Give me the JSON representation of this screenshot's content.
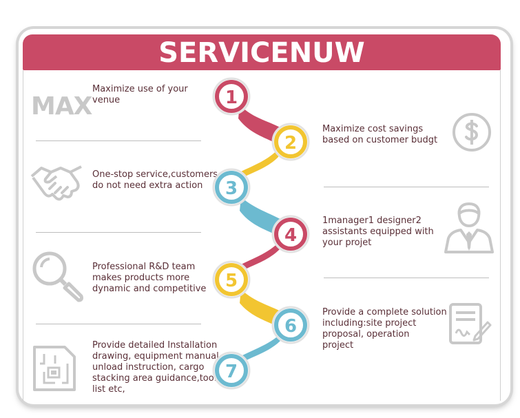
{
  "title": "SERVICENUW",
  "steps": [
    {
      "num": "1",
      "text": [
        "Maximize use of your",
        "venue"
      ]
    },
    {
      "num": "2",
      "text": [
        "Maximize cost savings",
        "based on customer budgt"
      ]
    },
    {
      "num": "3",
      "text": [
        "One-stop service,customers",
        "do not need extra action"
      ]
    },
    {
      "num": "4",
      "text": [
        "1manager1 designer2",
        "assistants equipped with",
        "your projet"
      ]
    },
    {
      "num": "5",
      "text": [
        "Professional R&D team",
        "makes products more",
        "dynamic and competitive"
      ]
    },
    {
      "num": "6",
      "text": [
        "Provide a complete solution",
        "including:site project",
        "proposal, operation",
        "project"
      ]
    },
    {
      "num": "7",
      "text": [
        "Provide detailed Installation",
        "drawing, equipment manual,",
        "unload instruction, cargo",
        "stacking area guidance,tool",
        "list etc,"
      ]
    }
  ],
  "max_label": "MAX",
  "icons": [
    "max-icon",
    "dollar-icon",
    "handshake-icon",
    "businessman-icon",
    "magnifier-icon",
    "document-sign-icon",
    "floorplan-icon"
  ],
  "colors": {
    "red": "#c94a66",
    "yellow": "#f2c531",
    "blue": "#6cbad0",
    "text": "#5a2f37",
    "icon_gray": "#c8c8c8"
  }
}
